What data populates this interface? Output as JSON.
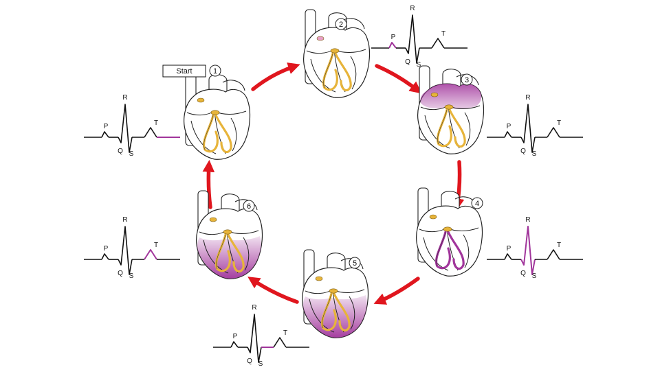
{
  "start_label": "Start",
  "wave_labels": {
    "p": "P",
    "q": "Q",
    "r": "R",
    "s": "S",
    "t": "T"
  },
  "colors": {
    "trace": "#111111",
    "highlight": "#a1359b",
    "depolarized": "#a1359b",
    "conduction": "#e7b43a",
    "arrow": "#e0161e"
  },
  "stages": [
    {
      "number": "1",
      "ecg_highlight": "after-T",
      "heart_shading": "none"
    },
    {
      "number": "2",
      "ecg_highlight": "P",
      "heart_shading": "SA node"
    },
    {
      "number": "3",
      "ecg_highlight": "none",
      "heart_shading": "atria"
    },
    {
      "number": "4",
      "ecg_highlight": "QRS",
      "heart_shading": "septum and bundle branches"
    },
    {
      "number": "5",
      "ecg_highlight": "S-T segment",
      "heart_shading": "ventricles"
    },
    {
      "number": "6",
      "ecg_highlight": "T",
      "heart_shading": "ventricles"
    }
  ],
  "arrows": [
    {
      "from": "1",
      "to": "2"
    },
    {
      "from": "2",
      "to": "3"
    },
    {
      "from": "3",
      "to": "4"
    },
    {
      "from": "4",
      "to": "5"
    },
    {
      "from": "5",
      "to": "6"
    },
    {
      "from": "6",
      "to": "1"
    }
  ]
}
